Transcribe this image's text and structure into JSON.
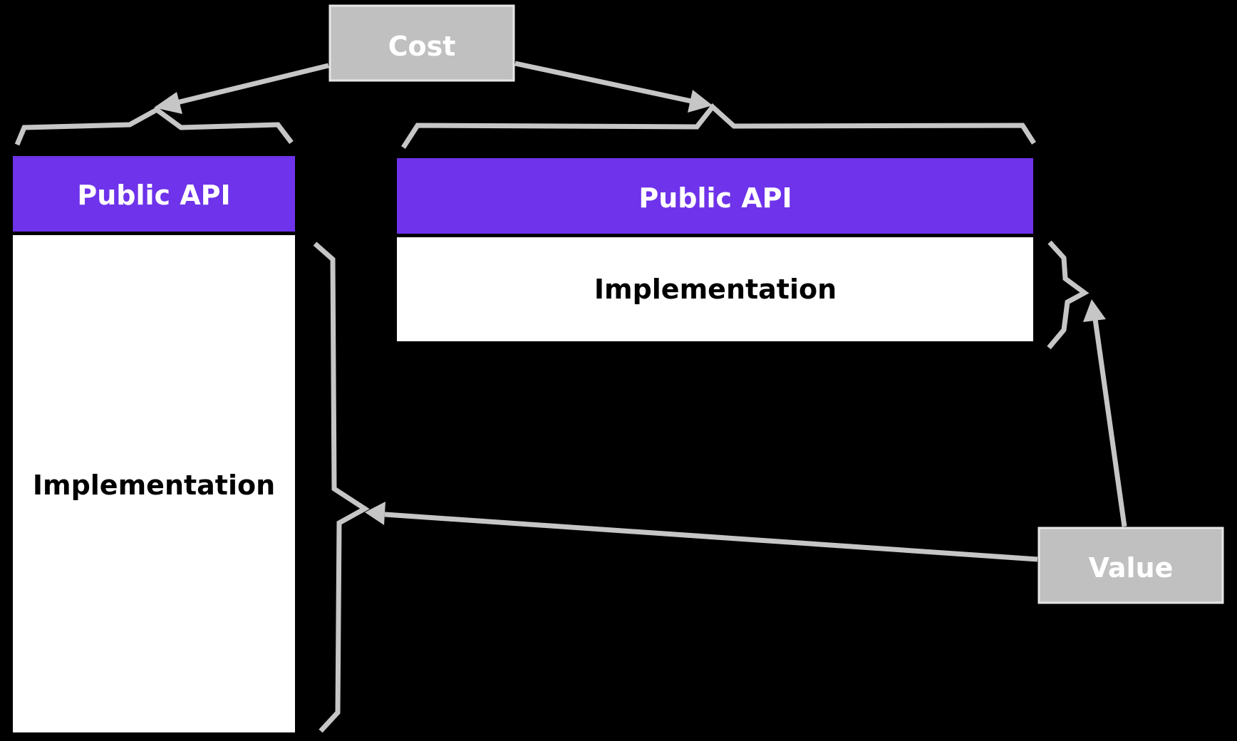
{
  "diagram": {
    "cost_label": "Cost",
    "value_label": "Value",
    "left_stack": {
      "api_label": "Public API",
      "impl_label": "Implementation"
    },
    "right_stack": {
      "api_label": "Public API",
      "impl_label": "Implementation"
    },
    "colors": {
      "background": "#000000",
      "api_fill": "#6e33ea",
      "impl_fill": "#ffffff",
      "gray_box_fill": "#c0c0c0",
      "gray_box_border": "#e6e6e6",
      "connector": "#c6c6c6"
    }
  }
}
